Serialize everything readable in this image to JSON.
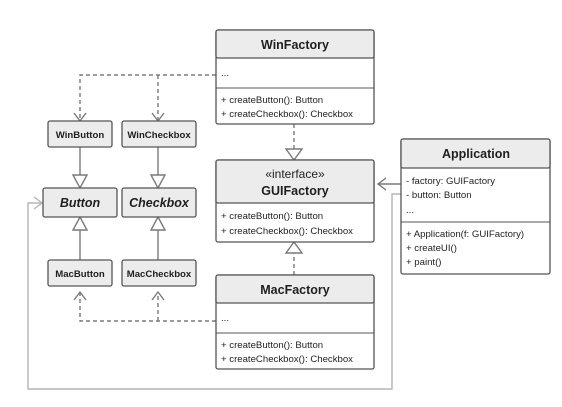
{
  "classes": {
    "win_factory": {
      "name": "WinFactory",
      "fields": "...",
      "methods": [
        "+ createButton(): Button",
        "+ createCheckbox(): Checkbox"
      ]
    },
    "gui_factory": {
      "stereotype": "«interface»",
      "name": "GUIFactory",
      "methods": [
        "+ createButton(): Button",
        "+ createCheckbox(): Checkbox"
      ]
    },
    "mac_factory": {
      "name": "MacFactory",
      "fields": "...",
      "methods": [
        "+ createButton(): Button",
        "+ createCheckbox(): Checkbox"
      ]
    },
    "application": {
      "name": "Application",
      "fields": [
        "- factory: GUIFactory",
        "- button: Button",
        "..."
      ],
      "methods": [
        "+ Application(f: GUIFactory)",
        "+ createUI()",
        "+ paint()"
      ]
    },
    "win_button": {
      "name": "WinButton"
    },
    "win_checkbox": {
      "name": "WinCheckbox"
    },
    "button": {
      "name": "Button"
    },
    "checkbox": {
      "name": "Checkbox"
    },
    "mac_button": {
      "name": "MacButton"
    },
    "mac_checkbox": {
      "name": "MacCheckbox"
    }
  },
  "colors": {
    "header_fill": "#ececec",
    "border": "#555555",
    "arrow": "#7a7a7a",
    "association": "#b5b5b5"
  }
}
